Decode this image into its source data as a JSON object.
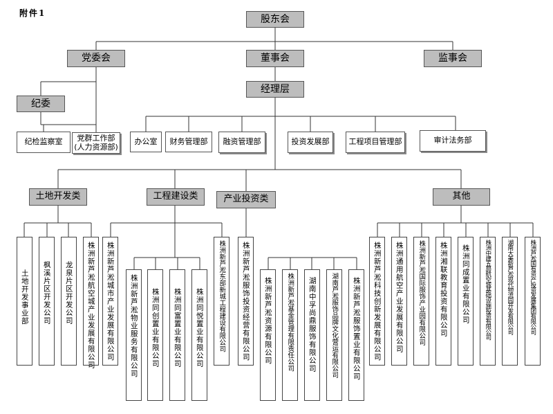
{
  "attachment_label": "附件1",
  "top": {
    "shareholders": "股东会",
    "party_committee": "党委会",
    "board": "董事会",
    "supervisory": "监事会",
    "discipline": "纪委",
    "management": "经理层"
  },
  "departments": {
    "discipline_office": "纪检监察室",
    "party_work": [
      "党群工作部",
      "(人力资源部)"
    ],
    "office": "办公室",
    "finance": "财务管理部",
    "financing": "融资管理部",
    "investment": "投资发展部",
    "projects": "工程项目管理部",
    "audit": "审计法务部"
  },
  "categories": {
    "land": "土地开发类",
    "engineering": "工程建设类",
    "industry": "产业投资类",
    "other": "其他"
  },
  "companies": {
    "land_dept": "土地开发事业部",
    "fengxi": "枫溪片区开发公司",
    "longquan": "龙泉片区开发公司",
    "aviation_city": "株洲新芦淞航空城产业发展有限公司",
    "urban_industry": "株洲新芦淞城市产业发展有限公司",
    "property_service": "株洲新芦淞物业服务有限公司",
    "tongchuang": "株洲同创置业有限公司",
    "tongfu": "株洲同富置业有限公司",
    "tongyue": "株洲同悦置业有限公司",
    "east_new_city": "株洲新芦淞东部新城工程建设有限公司",
    "apparel_investment": "株洲新芦淞服饰投资经营有限公司",
    "resources": "株洲新芦淞资源有限公司",
    "fund_mgmt": "株洲新芦淞基金管理有限责任公司",
    "zhongzi": "湖南中孚尚鼎服饰有限公司",
    "brand_culture": "湖南芦淞服饰品牌文化营运有限公司",
    "apparel_property": "株洲新芦淞服饰置业有限公司",
    "tech_innovation": "株洲新芦淞科技创新发展有限公司",
    "general_aviation": "株洲通用航空产业发展有限公司",
    "apparel_park": "株洲新芦淞国际服饰产业园有限公司",
    "xianglian": "株洲湘联教育投资有限公司",
    "tongcheng": "株洲同成置业有限公司",
    "cscec": "株洲中建五局航空城基础设施投资有限公司",
    "daxing": "湖南大美新芦淞现代物流园开发有限公司",
    "state_capital": "株洲芦淞国有资产投资发展集团有限公司"
  }
}
